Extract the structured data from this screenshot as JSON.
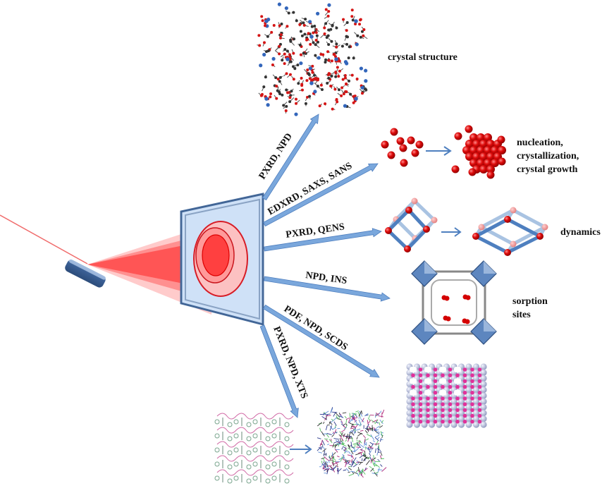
{
  "figure": {
    "description": "Scattering/diffraction experiment schematic: beam hits sample, scattered onto detector, arrows to techniques and the information obtained",
    "colors": {
      "beam": "#ff3b3b",
      "arrow": "#7aa7dc",
      "arrow_edge": "#4f7fbf",
      "detector_fill": "#cfe1f7",
      "detector_frame": "#4a6fa0",
      "sample": "#3a5f8f",
      "sphere": "#d40000",
      "link_blue": "#4e7fbf",
      "link_light": "#a9c3e2",
      "pink": "#e0319a"
    }
  },
  "techniques": [
    {
      "id": "crystal",
      "label": "PXRD, NPD"
    },
    {
      "id": "nucleation",
      "label": "EDXRD, SAXS, SANS"
    },
    {
      "id": "dynamics",
      "label": "PXRD, QENS"
    },
    {
      "id": "sorption",
      "label": "NPD, INS"
    },
    {
      "id": "defects",
      "label": "PDF, NPD, SCDS"
    },
    {
      "id": "amorph",
      "label": "PXRD, NPD, XTS"
    }
  ],
  "captions": {
    "crystal": [
      "crystal structure"
    ],
    "nucleation": [
      "nucleation,",
      "crystallization,",
      "crystal growth"
    ],
    "dynamics": [
      "dynamics"
    ],
    "sorption": [
      "sorption",
      "sites"
    ]
  },
  "icons": {
    "sample": "sample-holder-icon",
    "detector": "detector-panel-icon",
    "crystal": "mof-crystal-structure-icon",
    "nucleation": "sphere-cluster-icon",
    "dynamics": "flexible-framework-icon",
    "sorption": "sorption-framework-icon",
    "defects": "pink-lattice-icon",
    "amorph": "crystalline-to-amorphous-network-icon"
  }
}
